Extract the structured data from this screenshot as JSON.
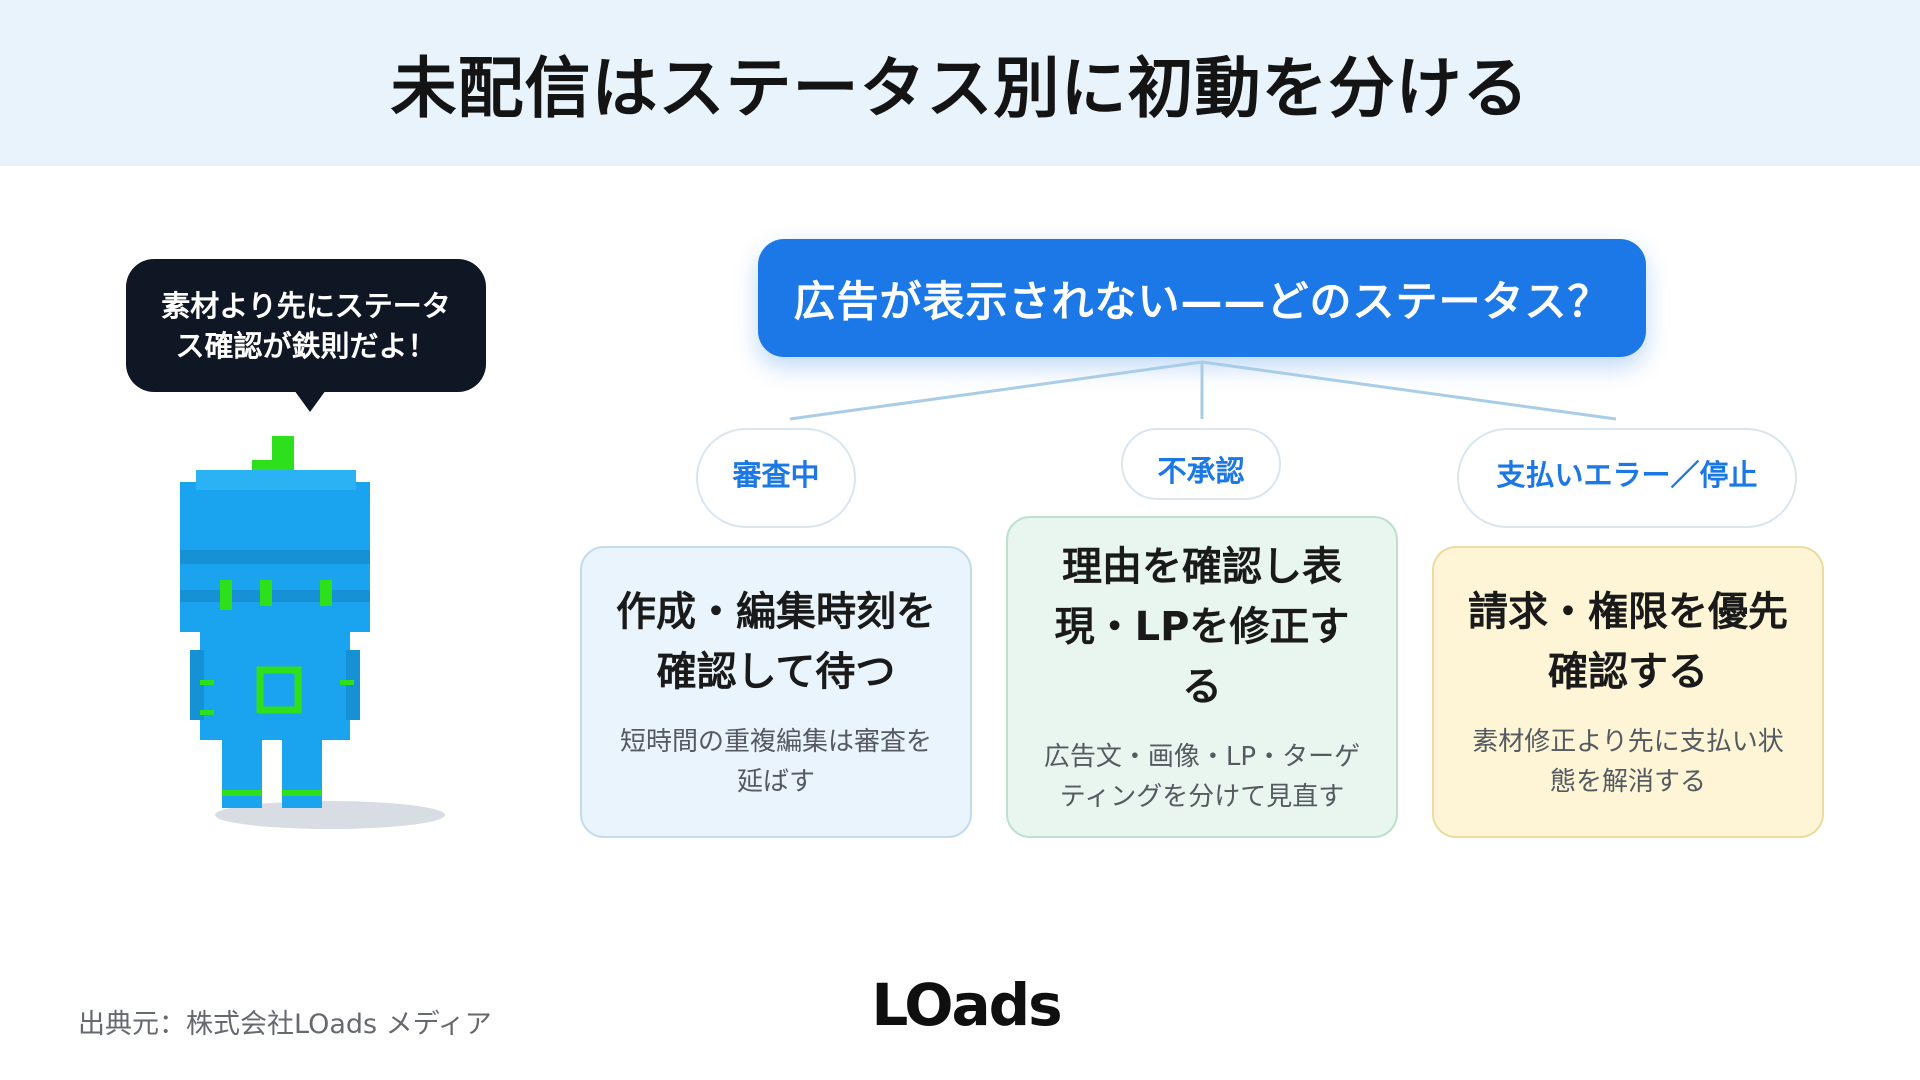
{
  "header": {
    "title": "未配信はステータス別に初動を分ける"
  },
  "bubble": {
    "line1": "素材より先にステータ",
    "line2": "ス確認が鉄則だよ！"
  },
  "mascot": {
    "icon": "pixel-robot-mascot-icon",
    "body_color": "#1aa3ee",
    "accent_color": "#2de01b"
  },
  "diagram": {
    "question": "広告が表示されない——どのステータス？",
    "branches": [
      {
        "status": "審査中",
        "title": "作成・編集時刻を確認して待つ",
        "desc": "短時間の重複編集は審査を延ばす"
      },
      {
        "status": "不承認",
        "title": "理由を確認し表現・LPを修正する",
        "desc": "広告文・画像・LP・ターゲティングを分けて見直す"
      },
      {
        "status": "支払いエラー／停止",
        "title": "請求・権限を優先確認する",
        "desc": "素材修正より先に支払い状態を解消する"
      }
    ]
  },
  "footer": {
    "source": "出典元：株式会社LOads メディア",
    "logo": "LOads"
  },
  "colors": {
    "primary": "#1b78e6",
    "header_bg": "#e8f3fc",
    "card_blue": "#eaf4fc",
    "card_green": "#e8f6ef",
    "card_yellow": "#fdf5d6"
  }
}
